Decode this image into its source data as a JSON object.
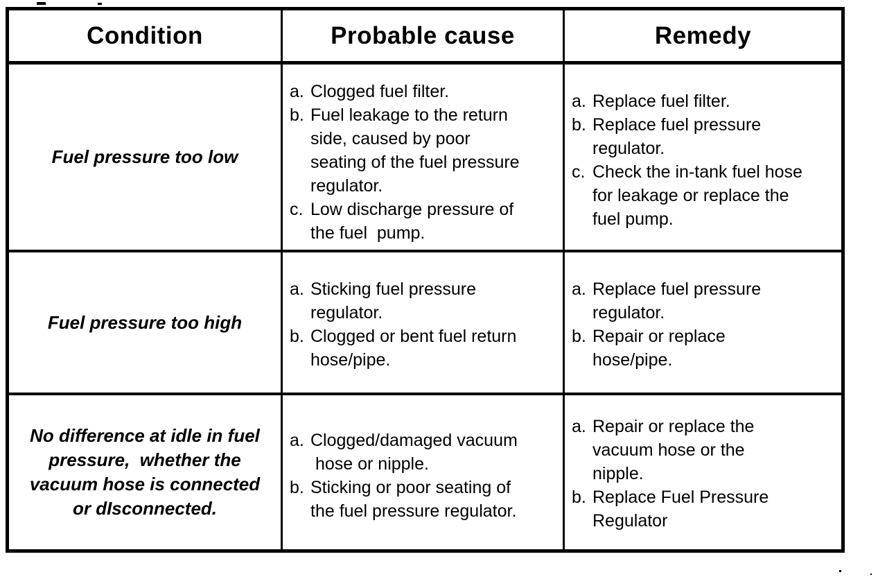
{
  "page": {
    "background": "#ffffff",
    "ink": "#000000"
  },
  "table": {
    "headers": [
      {
        "label": "Condition"
      },
      {
        "label": "Probable cause"
      },
      {
        "label": "Remedy"
      }
    ],
    "rows": [
      {
        "condition": {
          "lines": [
            "Fuel pressure too low"
          ]
        },
        "cause": {
          "items": [
            {
              "marker": "a.",
              "lines": [
                "Clogged fuel filter."
              ]
            },
            {
              "marker": "b.",
              "lines": [
                "Fuel leakage to the return",
                "side, caused by poor",
                "seating of the fuel pressure",
                "regulator."
              ]
            },
            {
              "marker": "c.",
              "lines": [
                "Low discharge pressure of",
                "the fuel  pump."
              ]
            }
          ]
        },
        "remedy": {
          "items": [
            {
              "marker": "a.",
              "lines": [
                "Replace fuel filter."
              ]
            },
            {
              "marker": "b.",
              "lines": [
                "Replace fuel pressure",
                "regulator."
              ]
            },
            {
              "marker": "c.",
              "lines": [
                "Check the in-tank fuel hose",
                "for leakage or replace the",
                "fuel pump."
              ]
            }
          ]
        }
      },
      {
        "condition": {
          "lines": [
            "Fuel pressure too high"
          ]
        },
        "cause": {
          "items": [
            {
              "marker": "a.",
              "lines": [
                "Sticking fuel pressure",
                "regulator."
              ]
            },
            {
              "marker": "b.",
              "lines": [
                "Clogged or bent fuel return",
                "hose/pipe."
              ]
            }
          ]
        },
        "remedy": {
          "items": [
            {
              "marker": "a.",
              "lines": [
                "Replace fuel pressure",
                "regulator."
              ]
            },
            {
              "marker": "b.",
              "lines": [
                "Repair or replace",
                "hose/pipe."
              ]
            }
          ]
        }
      },
      {
        "condition": {
          "lines": [
            "No difference at idle in fuel",
            "pressure,  whether the",
            "vacuum hose is connected",
            "or dIsconnected."
          ]
        },
        "cause": {
          "items": [
            {
              "marker": "a.",
              "lines": [
                "Clogged/damaged vacuum",
                " hose or nipple."
              ]
            },
            {
              "marker": "b.",
              "lines": [
                "Sticking or poor seating of",
                "the fuel pressure regulator."
              ]
            }
          ]
        },
        "remedy": {
          "items": [
            {
              "marker": "a.",
              "lines": [
                "Repair or replace the",
                "vacuum hose or the",
                "nipple."
              ]
            },
            {
              "marker": "b.",
              "lines": [
                "Replace Fuel Pressure",
                "Regulator"
              ]
            }
          ]
        }
      }
    ]
  }
}
